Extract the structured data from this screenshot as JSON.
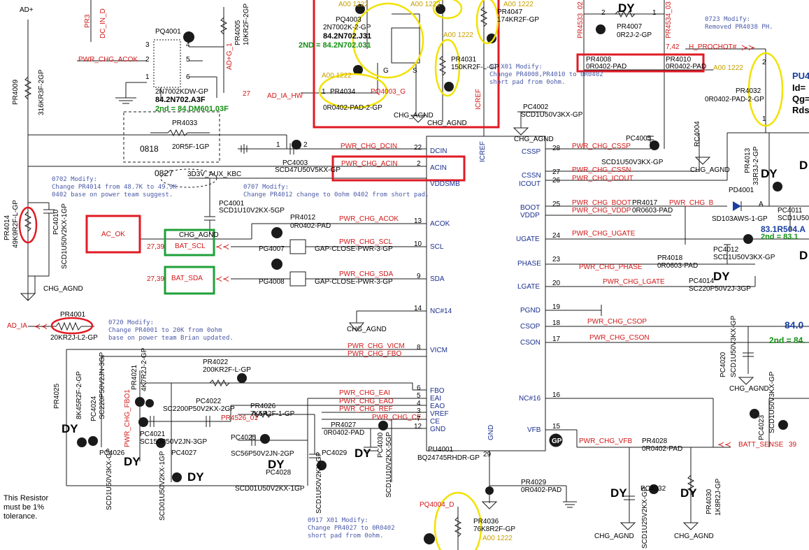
{
  "ic": {
    "ref": "PU4001",
    "part": "BQ24745RHDR-GP",
    "left_pins": [
      "DCIN",
      "ACIN",
      "VDDSMB",
      "ACOK",
      "SCL",
      "SDA",
      "NC#14",
      "VICM",
      "FBO",
      "EAI",
      "EAO",
      "VREF",
      "CE",
      "GND"
    ],
    "left_pin_nums": [
      "22",
      "2",
      "",
      "13",
      "10",
      "9",
      "14",
      "8",
      "6",
      "5",
      "4",
      "3",
      "7",
      "12"
    ],
    "right_pins": [
      "CSSP",
      "CSSN",
      "ICOUT",
      "BOOT",
      "VDDP",
      "UGATE",
      "PHASE",
      "LGATE",
      "PGND",
      "CSOP",
      "CSON",
      "NC#16",
      "VFB"
    ],
    "right_pin_nums": [
      "28",
      "27",
      "26",
      "25",
      "",
      "24",
      "23",
      "20",
      "19",
      "18",
      "17",
      "16",
      "15"
    ],
    "top_pin": "ICREF",
    "bottom_pin": "GND",
    "bottom_num": "29"
  },
  "nets": {
    "pwr_chg_acok_top": "PWR_CHG_ACOK",
    "ad_ia_hw": "AD_IA_HW",
    "ad_ia_hw_num": "27",
    "pq4003_g": "PQ4003_G",
    "pwr_chg_dcin": "PWR_CHG_DCIN",
    "pwr_chg_acin": "PWR_CHG_ACIN",
    "aux_kbc": "3D3V_AUX_KBC",
    "pwr_chg_acok": "PWR_CHG_ACOK",
    "pwr_chg_scl": "PWR_CHG_SCL",
    "pwr_chg_sda": "PWR_CHG_SDA",
    "pwr_chg_vicm": "PWR_CHG_VICM",
    "pwr_chg_fbo": "PWR_CHG_FBO",
    "pwr_chg_eai": "PWR_CHG_EAI",
    "pwr_chg_eao": "PWR_CHG_EAO",
    "pwr_chg_ref": "PWR_CHG_REF",
    "pwr_chg_ce": "PWR_CHG_CE",
    "pwr_chg_fbo1": "PWR_CHG_FBO1",
    "pr4526": "PR4526_01",
    "pwr_chg_cssp": "PWR_CHG_CSSP",
    "pwr_chg_cssn": "PWR_CHG_CSSN",
    "pwr_chg_icout": "PWR_CHG_ICOUT",
    "pwr_chg_boot": "PWR_CHG_BOOT",
    "pwr_chg_vddp": "PWR_CHG_VDDP",
    "pwr_chg_b": "PWR_CHG_B",
    "pwr_chg_ugate": "PWR_CHG_UGATE",
    "pwr_chg_phase": "PWR_CHG_PHASE",
    "pwr_chg_lgate": "PWR_CHG_LGATE",
    "pwr_chg_csop": "PWR_CHG_CSOP",
    "pwr_chg_cson": "PWR_CHG_CSON",
    "pwr_chg_vfb": "PWR_CHG_VFB",
    "batt_sense": "BATT_SENSE",
    "batt_sense_num": "39",
    "ac_ok": "AC_OK",
    "bat_scl": "BAT_SCL",
    "bat_sda": "BAT_SDA",
    "bat_ref": "27,39",
    "ad_ia": "AD_IA",
    "ad_plus": "AD+",
    "h_prochot": "H_PROCHOT#",
    "h_prochot_num": "7,42",
    "pq4004_d": "PQ4004_D",
    "pr4533": "PR4533_02",
    "pr4534": "PR4534_03",
    "ad_g_1": "AD+G_1",
    "dc_in_d": "DC_IN_D",
    "pr3": "PR3"
  },
  "grounds": {
    "chg_agnd": "CHG_AGND",
    "chg_agnd_a": "CHG_AGND"
  },
  "parts": {
    "pq4001": "PQ4001",
    "pq4001_part": "2N7002KDW-GP",
    "pq4001_bom": "84.2N702.A3F",
    "pq4001_2nd": "2nd = 84.DM601.03F",
    "pr4033": "PR4033",
    "pr4033_val": "20R5F-1GP",
    "label_0818": "0818",
    "label_0827": "0827",
    "pr4009": "PR4009",
    "pr4009_val": "316KR3F-2GP",
    "pr4005": "PR4005",
    "pr4005_val": "10KR2F-2GP",
    "pq4003": "PQ4003",
    "pq4003_part": "2N7002K-2-GP",
    "pq4003_bom": "84.2N702.J31",
    "pq4003_2nd": "2ND = 84.2N702.031",
    "pr4047": "PR4047",
    "pr4047_val": "174KR2F-GP",
    "pr4031": "PR4031",
    "pr4031_val": "150KR2F-L-GP",
    "pr4034": "PR4034",
    "pr4034_val": "0R0402-PAD-2-GP",
    "pc4003": "PC4003",
    "pc4003_val": "SCD47U50V5KX-GP",
    "pc4001": "PC4001",
    "pc4001_val": "SCD1U10V2KX-5GP",
    "pr4012": "PR4012",
    "pr4012_val": "0R0402-PAD",
    "pg4007": "PG4007",
    "pg4008": "PG4008",
    "gap_close": "GAP-CLOSE-PWR-3-GP",
    "pr4014": "PR4014",
    "pr4014_val": "49K9R2F-L-GP",
    "pc4010": "PC4010",
    "pc4010_val": "SCD1U50V2KX-1GP",
    "pr4001": "PR4001",
    "pr4001_val": "20KR2J-L2-GP",
    "pr4025": "PR4025",
    "pr4025_val": "8K45R2F-2-GP",
    "pc4024": "PC4024",
    "pc4024_val": "SC220P50V2JN-3GP",
    "pr4021": "PR4021",
    "pr4021_val": "4K7R2J-2-GP",
    "pr4022": "PR4022",
    "pr4022_val": "200KR2F-L-GP",
    "pc4022": "PC4022",
    "pc4022_val": "SC2200P50V2KX-2GP",
    "pr4026": "PR4026",
    "pr4026_val": "7K5R2F-1-GP",
    "pc4021": "PC4021",
    "pc4021_val": "SC150P50V2JN-3GP",
    "pc4025": "PC4025",
    "pc4025_val": "SC56P50V2JN-2GP",
    "pr4027": "PR4027",
    "pr4027_val": "0R0402-PAD",
    "pc4026": "PC4026",
    "pc4026_val": "SCD1U50V3KX-GP",
    "pc4027": "PC4027",
    "pc4027_val": "SCD01U50V2KX-1GP",
    "pc4028": "PC4028",
    "pc4028_val": "SCD01U50V2KX-1GP",
    "pc4029": "PC4029",
    "pc4029_val": "SCD1U50V2KX-GP",
    "pc4030": "PC4030",
    "pc4030_val": "SCD1U10V2KX-5GP",
    "pr4029": "PR4029",
    "pr4029_val": "0R0402-PAD",
    "pr4036": "PR4036",
    "pr4036_val": "76K8R2F-GP",
    "pr4007": "PR4007",
    "pr4007_val": "0R2J-2-GP",
    "pr4008": "PR4008",
    "pr4008_val": "0R0402-PAD",
    "pr4010": "PR4010",
    "pr4010_val": "0R0402-PAD",
    "pc4002": "PC4002",
    "pc4002_val": "SCD1U50V3KX-GP",
    "pc4005": "PC4005",
    "pc4005_val": "SCD1U50V3KX-GP",
    "pr4032": "PR4032",
    "pr4032_val": "0R0402-PAD-2-GP",
    "rc4004": "RC4004",
    "pr4013": "PR4013",
    "pr4013_val": "33R3J-2-GP",
    "pd4001": "PD4001",
    "pd4001_val": "SD103AWS-1-GP",
    "pr4017": "PR4017",
    "pr4017_val": "0R0603-PAD",
    "pc4011": "PC4011",
    "pc4011_val": "SCD1U50V",
    "pc4012": "PC4012",
    "pc4012_val": "SCD1U50V3KX-GP",
    "pr4018": "PR4018",
    "pr4018_val": "0R0603-PAD",
    "pc4014": "PC4014",
    "pc4014_val": "SC220P50V2J-3GP",
    "pc4020": "PC4020",
    "pc4020_val": "SCD1U50V3KX-GP",
    "pc4023": "PC4023",
    "pc4023_val": "SCD1U50V3KX-GP",
    "pr4028": "PR4028",
    "pr4028_val": "0R0402-PAD",
    "pc4032": "PC4032",
    "pc4032_val": "SCD1U25V2KX-GP",
    "pr4030": "PR4030",
    "pr4030_val": "1K8R2J-GP",
    "pu4_ref": "PU4",
    "id_partial": "Id=",
    "qg_partial": "Qg=",
    "rds_partial": "Rds",
    "r504_partial": "83.1R504.A",
    "r2nd_partial": "2nd = 83.1",
    "bom_84_partial": "84.0",
    "bom_84_2nd": "2nd = 84."
  },
  "pins_small": {
    "one": "1",
    "two": "2",
    "three": "3",
    "four": "4",
    "five": "5",
    "six": "6",
    "g": "G",
    "s": "S",
    "a": "A",
    "d": "D"
  },
  "versions": {
    "a00": "A00 1222"
  },
  "dy": "DY",
  "notes": {
    "n0702": "0702 Modify:\nChange PR4014 from 48.7K to 49.9K\n0402 base on power team suggest.",
    "n0707": "0707 Modify:\nChange PR4012 change to 0ohm 0402 from short pad.",
    "n0720": "0720 Modify:\nChange PR4001 to 20K from 0ohm\nbase on power team Brian updated.",
    "n0917": "0917 X01 Modify:\nChange PR4027 to 0R0402\nshort pad from 0ohm.",
    "nx01": "17 X01 Modify:\nChange PR4008,PR4010 to 0R0402\nshort pad from 0ohm.",
    "n0723": "0723 Modify:\nRemoved PR4038 PH.",
    "resistor": "This Resistor\nmust be 1%\ntolerance."
  },
  "colors": {
    "wire": "#1a1a1a",
    "net": "#d01818",
    "pin": "#1a2f8f",
    "highlight_red": "#e01b24",
    "highlight_green": "#1fa03a",
    "highlight_yellow": "#f2e200"
  }
}
